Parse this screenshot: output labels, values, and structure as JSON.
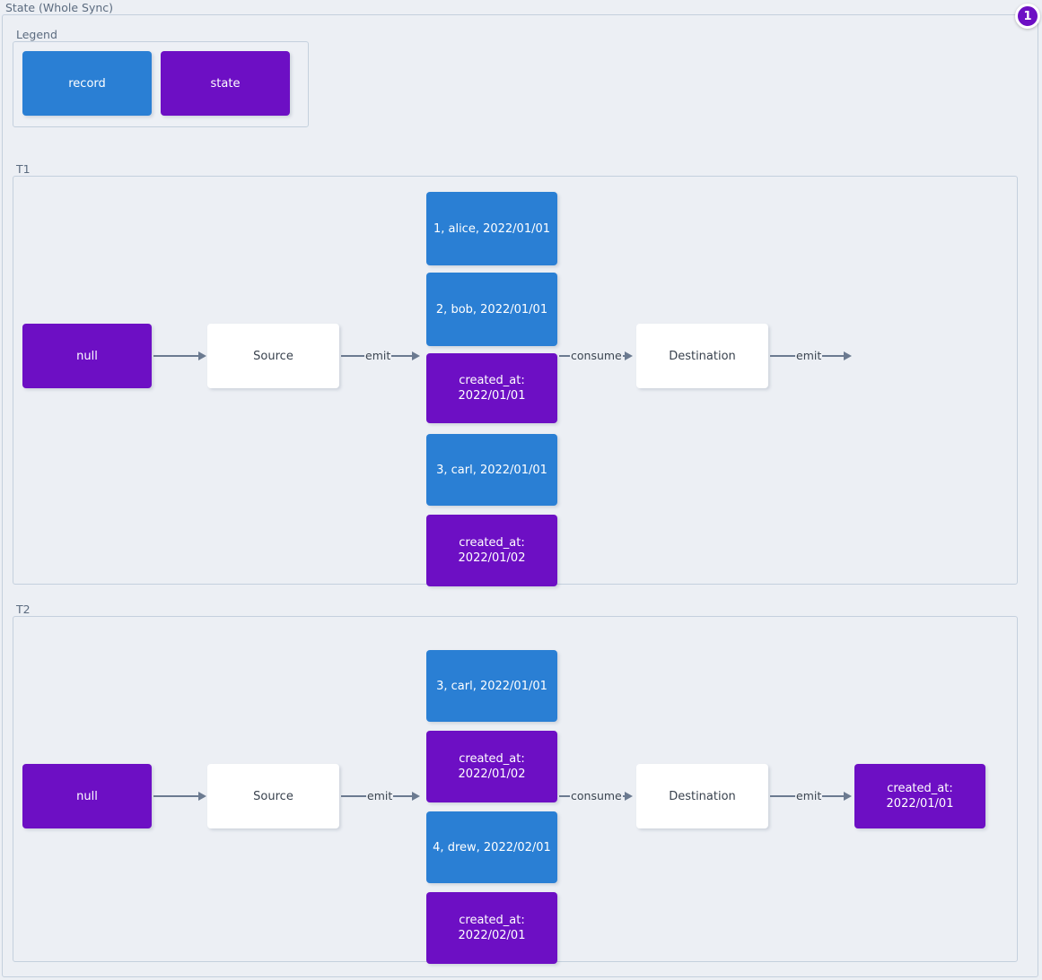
{
  "diagram": {
    "title": "State (Whole Sync)",
    "badge": "1"
  },
  "legend": {
    "label": "Legend",
    "items": [
      {
        "label": "record",
        "kind": "record",
        "color": "#2a7fd4"
      },
      {
        "label": "state",
        "kind": "state",
        "color": "#6d0fc4"
      }
    ]
  },
  "colors": {
    "record": "#2a7fd4",
    "state": "#6d0fc4",
    "process": "#ffffff",
    "background": "#eceff4",
    "border": "#c4d0dd",
    "edge": "#6b7a90",
    "badge": "#6d0fc4"
  },
  "sections": [
    {
      "label": "T1",
      "input_state": "null",
      "source": "Source",
      "destination": "Destination",
      "stream": [
        {
          "kind": "record",
          "label": "1, alice, 2022/01/01"
        },
        {
          "kind": "record",
          "label": "2, bob, 2022/01/01"
        },
        {
          "kind": "state",
          "label": "created_at:\n2022/01/01"
        },
        {
          "kind": "record",
          "label": "3, carl, 2022/01/01"
        },
        {
          "kind": "state",
          "label": "created_at:\n2022/01/02"
        }
      ],
      "output_state": null,
      "edges": {
        "state_to_source": "",
        "source_to_stream": "emit",
        "stream_to_destination": "consume",
        "destination_out": "emit"
      }
    },
    {
      "label": "T2",
      "input_state": "null",
      "source": "Source",
      "destination": "Destination",
      "stream": [
        {
          "kind": "record",
          "label": "3, carl, 2022/01/01"
        },
        {
          "kind": "state",
          "label": "created_at:\n2022/01/02"
        },
        {
          "kind": "record",
          "label": "4, drew, 2022/02/01"
        },
        {
          "kind": "state",
          "label": "created_at:\n2022/02/01"
        }
      ],
      "output_state": "created_at:\n2022/01/01",
      "edges": {
        "state_to_source": "",
        "source_to_stream": "emit",
        "stream_to_destination": "consume",
        "destination_out": "emit"
      }
    }
  ]
}
